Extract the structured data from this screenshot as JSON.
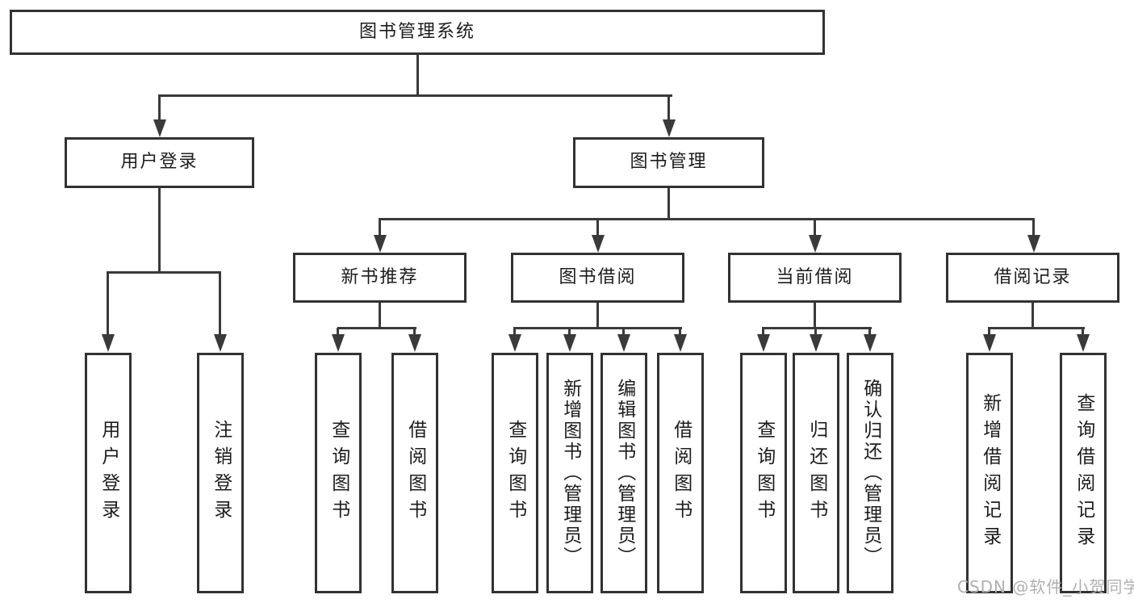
{
  "diagram": {
    "root": {
      "label": "图书管理系统"
    },
    "branches": [
      {
        "label": "用户登录",
        "children": [
          {
            "label": "用户登录"
          },
          {
            "label": "注销登录"
          }
        ]
      },
      {
        "label": "图书管理",
        "children": [
          {
            "label": "新书推荐",
            "children": [
              {
                "label": "查询图书"
              },
              {
                "label": "借阅图书"
              }
            ]
          },
          {
            "label": "图书借阅",
            "children": [
              {
                "label": "查询图书"
              },
              {
                "label": "新增图书（管理员）"
              },
              {
                "label": "编辑图书（管理员）"
              },
              {
                "label": "借阅图书"
              }
            ]
          },
          {
            "label": "当前借阅",
            "children": [
              {
                "label": "查询图书"
              },
              {
                "label": "归还图书"
              },
              {
                "label": "确认归还（管理员）"
              }
            ]
          },
          {
            "label": "借阅记录",
            "children": [
              {
                "label": "新增借阅记录"
              },
              {
                "label": "查询借阅记录"
              }
            ]
          }
        ]
      }
    ]
  },
  "watermark": {
    "text": "CSDN @软件_小贺同学",
    "color": "#b0b0b0"
  },
  "colors": {
    "line": "#3a3a3a",
    "box_border": "#323232",
    "text": "#1c1c1c",
    "background": "#ffffff"
  }
}
